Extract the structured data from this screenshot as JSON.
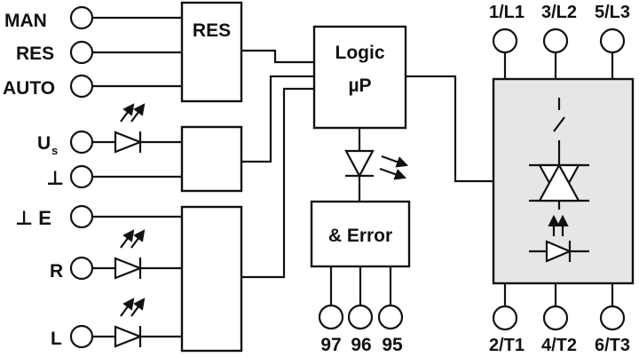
{
  "inputs": {
    "man": "MAN",
    "res": "RES",
    "auto": "AUTO",
    "us_main": "U",
    "us_sub": "s",
    "gnd": "⊥",
    "gnd_e": "⊥ E",
    "r": "R",
    "l": "L"
  },
  "blocks": {
    "res": "RES",
    "logic_line1": "Logic",
    "logic_line2": "µP",
    "error": "& Error"
  },
  "top_terminals": [
    "1/L1",
    "3/L2",
    "5/L3"
  ],
  "bottom_terminals": [
    "2/T1",
    "4/T2",
    "6/T3"
  ],
  "relay_terminals": [
    "97",
    "96",
    "95"
  ],
  "colors": {
    "line": "#111111",
    "shaded": "#e6e6e6",
    "background": "#ffffff"
  }
}
